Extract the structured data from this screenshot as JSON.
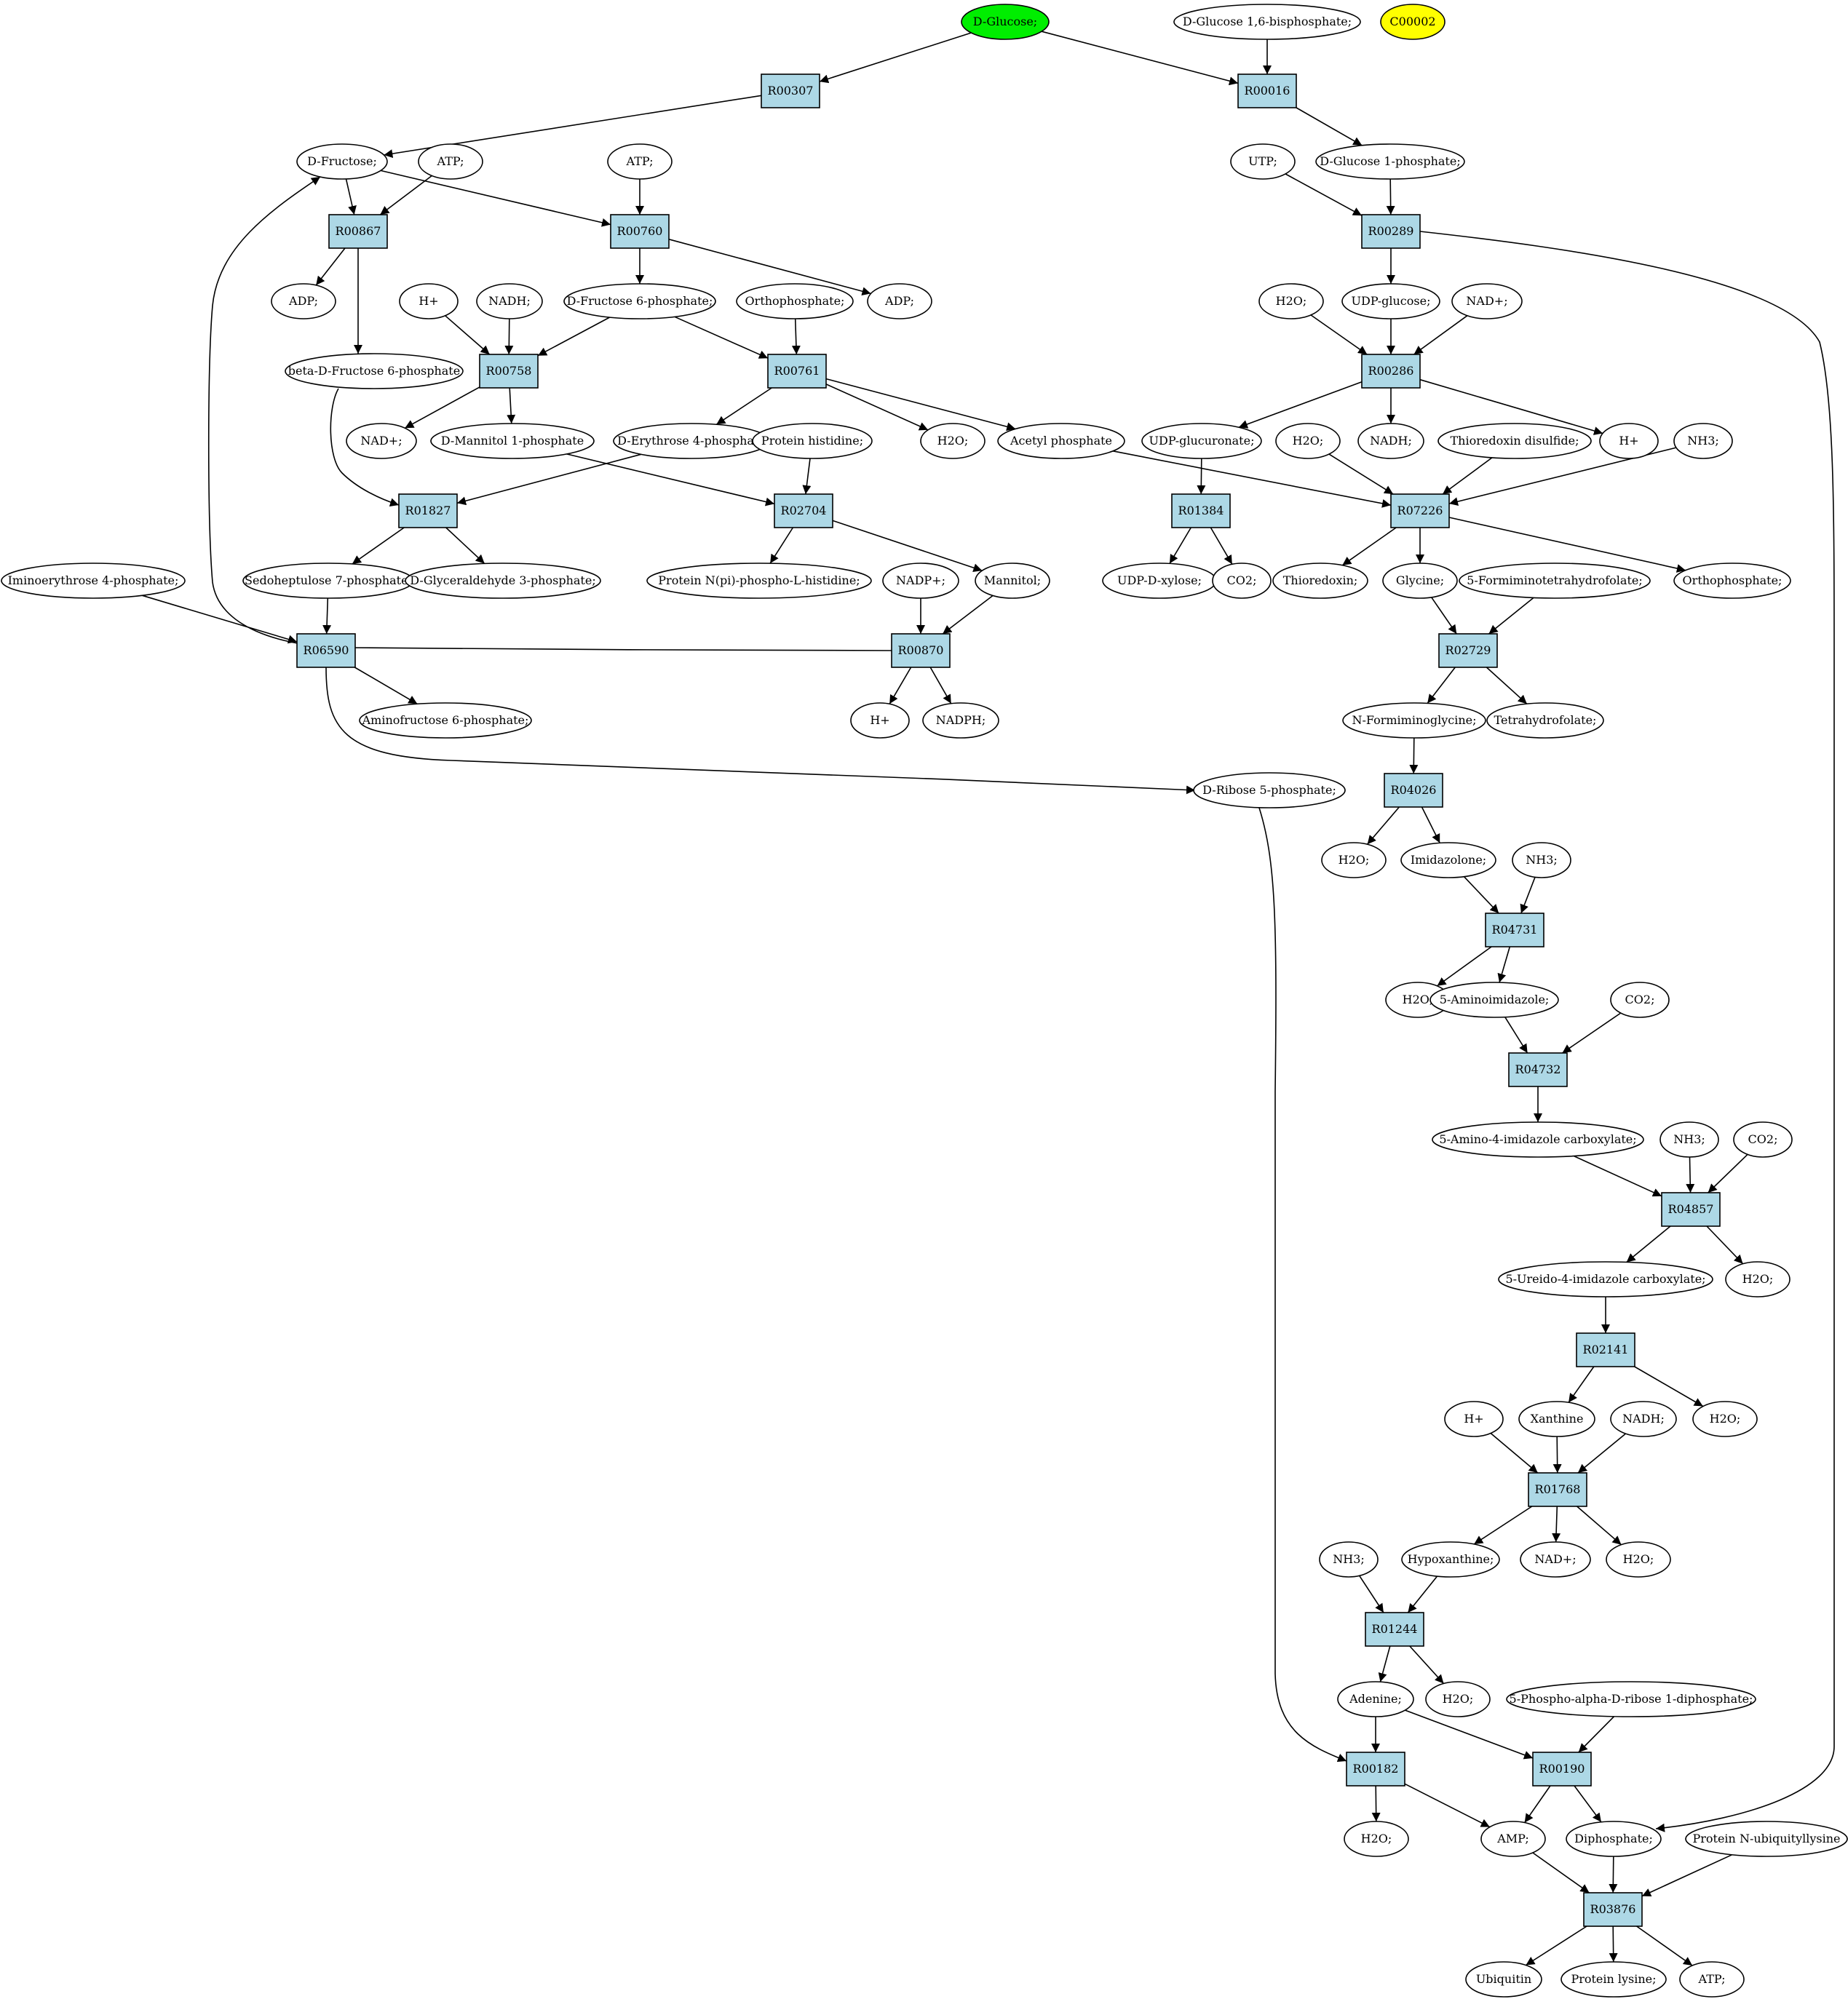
{
  "colors": {
    "reaction_fill": "#add8e6",
    "compound_fill": "#ffffff",
    "start_compound_fill": "#00ee00",
    "highlight_compound_fill": "#ffff00"
  },
  "reactions": [
    {
      "id": "R00307",
      "label": "R00307"
    },
    {
      "id": "R00016",
      "label": "R00016"
    },
    {
      "id": "R00867",
      "label": "R00867"
    },
    {
      "id": "R00760",
      "label": "R00760"
    },
    {
      "id": "R00289",
      "label": "R00289"
    },
    {
      "id": "R00758",
      "label": "R00758"
    },
    {
      "id": "R00761",
      "label": "R00761"
    },
    {
      "id": "R00286",
      "label": "R00286"
    },
    {
      "id": "R01827",
      "label": "R01827"
    },
    {
      "id": "R02704",
      "label": "R02704"
    },
    {
      "id": "R01384",
      "label": "R01384"
    },
    {
      "id": "R07226",
      "label": "R07226"
    },
    {
      "id": "R06590",
      "label": "R06590"
    },
    {
      "id": "R00870",
      "label": "R00870"
    },
    {
      "id": "R02729",
      "label": "R02729"
    },
    {
      "id": "R04026",
      "label": "R04026"
    },
    {
      "id": "R04731",
      "label": "R04731"
    },
    {
      "id": "R04732",
      "label": "R04732"
    },
    {
      "id": "R04857",
      "label": "R04857"
    },
    {
      "id": "R02141",
      "label": "R02141"
    },
    {
      "id": "R01768",
      "label": "R01768"
    },
    {
      "id": "R01244",
      "label": "R01244"
    },
    {
      "id": "R00182",
      "label": "R00182"
    },
    {
      "id": "R00190",
      "label": "R00190"
    },
    {
      "id": "R03876",
      "label": "R03876"
    }
  ],
  "compounds": [
    {
      "id": "dglucose",
      "label": "D-Glucose;",
      "fill": "start_compound_fill"
    },
    {
      "id": "dglc16bp",
      "label": "D-Glucose 1,6-bisphosphate;"
    },
    {
      "id": "c00002",
      "label": "C00002",
      "fill": "highlight_compound_fill"
    },
    {
      "id": "dfructose",
      "label": "D-Fructose;"
    },
    {
      "id": "atp1",
      "label": "ATP;"
    },
    {
      "id": "atp2",
      "label": "ATP;"
    },
    {
      "id": "utp",
      "label": "UTP;"
    },
    {
      "id": "dglc1p",
      "label": "D-Glucose 1-phosphate;"
    },
    {
      "id": "adp1",
      "label": "ADP;"
    },
    {
      "id": "hplus1",
      "label": "H+"
    },
    {
      "id": "nadh1",
      "label": "NADH;"
    },
    {
      "id": "dfru6p",
      "label": "D-Fructose 6-phosphate;"
    },
    {
      "id": "orthop1",
      "label": "Orthophosphate;"
    },
    {
      "id": "adp2",
      "label": "ADP;"
    },
    {
      "id": "h2o_r286",
      "label": "H2O;"
    },
    {
      "id": "udpglc",
      "label": "UDP-glucose;"
    },
    {
      "id": "nadp_r286",
      "label": "NAD+;"
    },
    {
      "id": "bfru6p",
      "label": "beta-D-Fructose 6-phosphate"
    },
    {
      "id": "nadp1",
      "label": "NAD+;"
    },
    {
      "id": "dman1p",
      "label": "D-Mannitol 1-phosphate"
    },
    {
      "id": "dery4p",
      "label": "D-Erythrose 4-phosphate"
    },
    {
      "id": "protHis",
      "label": "Protein histidine;"
    },
    {
      "id": "h2o_r761",
      "label": "H2O;"
    },
    {
      "id": "acetylp",
      "label": "Acetyl phosphate"
    },
    {
      "id": "udpglcA",
      "label": "UDP-glucuronate;"
    },
    {
      "id": "h2o_r7226",
      "label": "H2O;"
    },
    {
      "id": "nadh_r286",
      "label": "NADH;"
    },
    {
      "id": "trxSS",
      "label": "Thioredoxin disulfide;"
    },
    {
      "id": "hplus_r286",
      "label": "H+"
    },
    {
      "id": "nh3_r7226",
      "label": "NH3;"
    },
    {
      "id": "iminoery",
      "label": "Iminoerythrose 4-phosphate;"
    },
    {
      "id": "sedo7p",
      "label": "Sedoheptulose 7-phosphate;"
    },
    {
      "id": "dgap",
      "label": "D-Glyceraldehyde 3-phosphate;"
    },
    {
      "id": "protNhis",
      "label": "Protein N(pi)-phospho-L-histidine;"
    },
    {
      "id": "nadpplus",
      "label": "NADP+;"
    },
    {
      "id": "mannitol",
      "label": "Mannitol;"
    },
    {
      "id": "udpxyl",
      "label": "UDP-D-xylose;"
    },
    {
      "id": "co2_r1384",
      "label": "CO2;"
    },
    {
      "id": "trx",
      "label": "Thioredoxin;"
    },
    {
      "id": "glycine",
      "label": "Glycine;"
    },
    {
      "id": "formthf",
      "label": "5-Formiminotetrahydrofolate;"
    },
    {
      "id": "orthop2",
      "label": "Orthophosphate;"
    },
    {
      "id": "aminofru6p",
      "label": "Aminofructose 6-phosphate;"
    },
    {
      "id": "hplus_r870",
      "label": "H+"
    },
    {
      "id": "nadph",
      "label": "NADPH;"
    },
    {
      "id": "nformgly",
      "label": "N-Formiminoglycine;"
    },
    {
      "id": "thf",
      "label": "Tetrahydrofolate;"
    },
    {
      "id": "drib5p",
      "label": "D-Ribose 5-phosphate;"
    },
    {
      "id": "h2o_r4026",
      "label": "H2O;"
    },
    {
      "id": "imidazolone",
      "label": "Imidazolone;"
    },
    {
      "id": "nh3_r4731",
      "label": "NH3;"
    },
    {
      "id": "h2o_r4731",
      "label": "H2O;"
    },
    {
      "id": "aminoimid",
      "label": "5-Aminoimidazole;"
    },
    {
      "id": "co2_r4732",
      "label": "CO2;"
    },
    {
      "id": "aicarbox",
      "label": "5-Amino-4-imidazole carboxylate;"
    },
    {
      "id": "nh3_r4857",
      "label": "NH3;"
    },
    {
      "id": "co2_r4857",
      "label": "CO2;"
    },
    {
      "id": "ureido",
      "label": "5-Ureido-4-imidazole carboxylate;"
    },
    {
      "id": "h2o_r4857",
      "label": "H2O;"
    },
    {
      "id": "hplus_r1768",
      "label": "H+"
    },
    {
      "id": "xanthine",
      "label": "Xanthine"
    },
    {
      "id": "nadh_r1768",
      "label": "NADH;"
    },
    {
      "id": "h2o_r2141",
      "label": "H2O;"
    },
    {
      "id": "nh3_r1244",
      "label": "NH3;"
    },
    {
      "id": "hypox",
      "label": "Hypoxanthine;"
    },
    {
      "id": "nadp_r1768",
      "label": "NAD+;"
    },
    {
      "id": "h2o_r1768",
      "label": "H2O;"
    },
    {
      "id": "adenine",
      "label": "Adenine;"
    },
    {
      "id": "h2o_r1244",
      "label": "H2O;"
    },
    {
      "id": "prpp",
      "label": "5-Phospho-alpha-D-ribose 1-diphosphate;"
    },
    {
      "id": "h2o_r182",
      "label": "H2O;"
    },
    {
      "id": "amp",
      "label": "AMP;"
    },
    {
      "id": "diphos",
      "label": "Diphosphate;"
    },
    {
      "id": "protUbLys",
      "label": "Protein N-ubiquityllysine"
    },
    {
      "id": "ubiquitin",
      "label": "Ubiquitin"
    },
    {
      "id": "protLys",
      "label": "Protein lysine;"
    },
    {
      "id": "atp_r3876",
      "label": "ATP;"
    }
  ],
  "edges": [
    [
      "dglucose",
      "R00307"
    ],
    [
      "dglucose",
      "R00016"
    ],
    [
      "R00307",
      "dfructose"
    ],
    [
      "dglc16bp",
      "R00016"
    ],
    [
      "R00016",
      "dglc1p"
    ],
    [
      "dfructose",
      "R00867"
    ],
    [
      "atp1",
      "R00867"
    ],
    [
      "dfructose",
      "R00760"
    ],
    [
      "atp2",
      "R00760"
    ],
    [
      "R00867",
      "adp1"
    ],
    [
      "R00867",
      "bfru6p"
    ],
    [
      "R00760",
      "dfru6p"
    ],
    [
      "R00760",
      "adp2"
    ],
    [
      "utp",
      "R00289"
    ],
    [
      "dglc1p",
      "R00289"
    ],
    [
      "R00289",
      "udpglc"
    ],
    [
      "R00289",
      "diphos"
    ],
    [
      "hplus1",
      "R00758"
    ],
    [
      "nadh1",
      "R00758"
    ],
    [
      "dfru6p",
      "R00758"
    ],
    [
      "R00758",
      "nadp1"
    ],
    [
      "R00758",
      "dman1p"
    ],
    [
      "dfru6p",
      "R00761"
    ],
    [
      "orthop1",
      "R00761"
    ],
    [
      "R00761",
      "dery4p"
    ],
    [
      "R00761",
      "h2o_r761"
    ],
    [
      "R00761",
      "acetylp"
    ],
    [
      "h2o_r286",
      "R00286"
    ],
    [
      "udpglc",
      "R00286"
    ],
    [
      "nadp_r286",
      "R00286"
    ],
    [
      "R00286",
      "udpglcA"
    ],
    [
      "R00286",
      "nadh_r286"
    ],
    [
      "R00286",
      "hplus_r286"
    ],
    [
      "bfru6p",
      "R01827"
    ],
    [
      "dery4p",
      "R01827"
    ],
    [
      "R01827",
      "sedo7p"
    ],
    [
      "R01827",
      "dgap"
    ],
    [
      "dman1p",
      "R02704"
    ],
    [
      "protHis",
      "R02704"
    ],
    [
      "R02704",
      "protNhis"
    ],
    [
      "R02704",
      "mannitol"
    ],
    [
      "udpglcA",
      "R01384"
    ],
    [
      "R01384",
      "udpxyl"
    ],
    [
      "R01384",
      "co2_r1384"
    ],
    [
      "acetylp",
      "R07226"
    ],
    [
      "h2o_r7226",
      "R07226"
    ],
    [
      "trxSS",
      "R07226"
    ],
    [
      "nh3_r7226",
      "R07226"
    ],
    [
      "R07226",
      "trx"
    ],
    [
      "R07226",
      "glycine"
    ],
    [
      "R07226",
      "orthop2"
    ],
    [
      "iminoery",
      "R06590"
    ],
    [
      "sedo7p",
      "R06590"
    ],
    [
      "R06590",
      "aminofru6p"
    ],
    [
      "R06590",
      "drib5p"
    ],
    [
      "nadpplus",
      "R00870"
    ],
    [
      "mannitol",
      "R00870"
    ],
    [
      "R00870",
      "dfructose"
    ],
    [
      "R00870",
      "hplus_r870"
    ],
    [
      "R00870",
      "nadph"
    ],
    [
      "glycine",
      "R02729"
    ],
    [
      "formthf",
      "R02729"
    ],
    [
      "R02729",
      "nformgly"
    ],
    [
      "R02729",
      "thf"
    ],
    [
      "nformgly",
      "R04026"
    ],
    [
      "R04026",
      "h2o_r4026"
    ],
    [
      "R04026",
      "imidazolone"
    ],
    [
      "imidazolone",
      "R04731"
    ],
    [
      "nh3_r4731",
      "R04731"
    ],
    [
      "R04731",
      "h2o_r4731"
    ],
    [
      "R04731",
      "aminoimid"
    ],
    [
      "aminoimid",
      "R04732"
    ],
    [
      "co2_r4732",
      "R04732"
    ],
    [
      "R04732",
      "aicarbox"
    ],
    [
      "aicarbox",
      "R04857"
    ],
    [
      "nh3_r4857",
      "R04857"
    ],
    [
      "co2_r4857",
      "R04857"
    ],
    [
      "R04857",
      "ureido"
    ],
    [
      "R04857",
      "h2o_r4857"
    ],
    [
      "ureido",
      "R02141"
    ],
    [
      "R02141",
      "xanthine"
    ],
    [
      "R02141",
      "h2o_r2141"
    ],
    [
      "hplus_r1768",
      "R01768"
    ],
    [
      "xanthine",
      "R01768"
    ],
    [
      "nadh_r1768",
      "R01768"
    ],
    [
      "R01768",
      "hypox"
    ],
    [
      "R01768",
      "nadp_r1768"
    ],
    [
      "R01768",
      "h2o_r1768"
    ],
    [
      "nh3_r1244",
      "R01244"
    ],
    [
      "hypox",
      "R01244"
    ],
    [
      "R01244",
      "adenine"
    ],
    [
      "R01244",
      "h2o_r1244"
    ],
    [
      "adenine",
      "R00182"
    ],
    [
      "drib5p",
      "R00182"
    ],
    [
      "R00182",
      "h2o_r182"
    ],
    [
      "R00182",
      "amp"
    ],
    [
      "adenine",
      "R00190"
    ],
    [
      "prpp",
      "R00190"
    ],
    [
      "R00190",
      "amp"
    ],
    [
      "R00190",
      "diphos"
    ],
    [
      "amp",
      "R03876"
    ],
    [
      "diphos",
      "R03876"
    ],
    [
      "protUbLys",
      "R03876"
    ],
    [
      "R03876",
      "ubiquitin"
    ],
    [
      "R03876",
      "protLys"
    ],
    [
      "R03876",
      "atp_r3876"
    ]
  ]
}
